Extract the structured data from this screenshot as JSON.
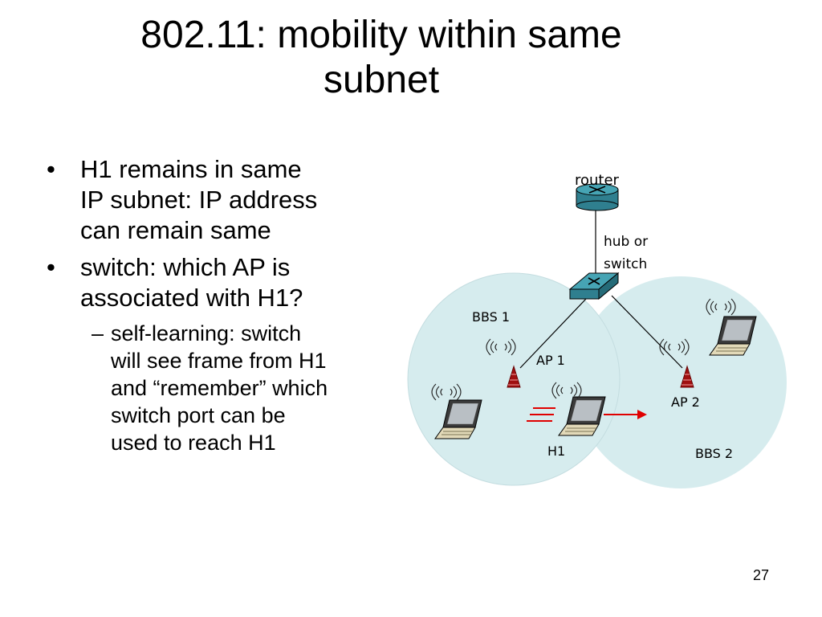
{
  "slide": {
    "title_line1": "802.11: mobility within same",
    "title_line2": "subnet",
    "page_number": "27"
  },
  "bullets": [
    {
      "symbol": "•",
      "lines": [
        "H1 remains in same",
        "IP subnet: IP address",
        "can remain same"
      ]
    },
    {
      "symbol": "•",
      "lines": [
        "switch: which AP is",
        "associated with H1?"
      ]
    }
  ],
  "sub_bullet": {
    "symbol": "–",
    "lines": [
      "self-learning: switch",
      "will see frame from H1",
      "and “remember” which",
      "switch port can be",
      "used to reach H1"
    ]
  },
  "diagram": {
    "router_label": "router",
    "switch_label_line1": "hub or",
    "switch_label_line2": "switch",
    "bbs1_label": "BBS 1",
    "bbs2_label": "BBS 2",
    "ap1_label": "AP 1",
    "ap2_label": "AP 2",
    "host_label": "H1",
    "cell_color": "#d6ecee",
    "arrow_color": "#e00000",
    "ap_color": "#a01010"
  }
}
